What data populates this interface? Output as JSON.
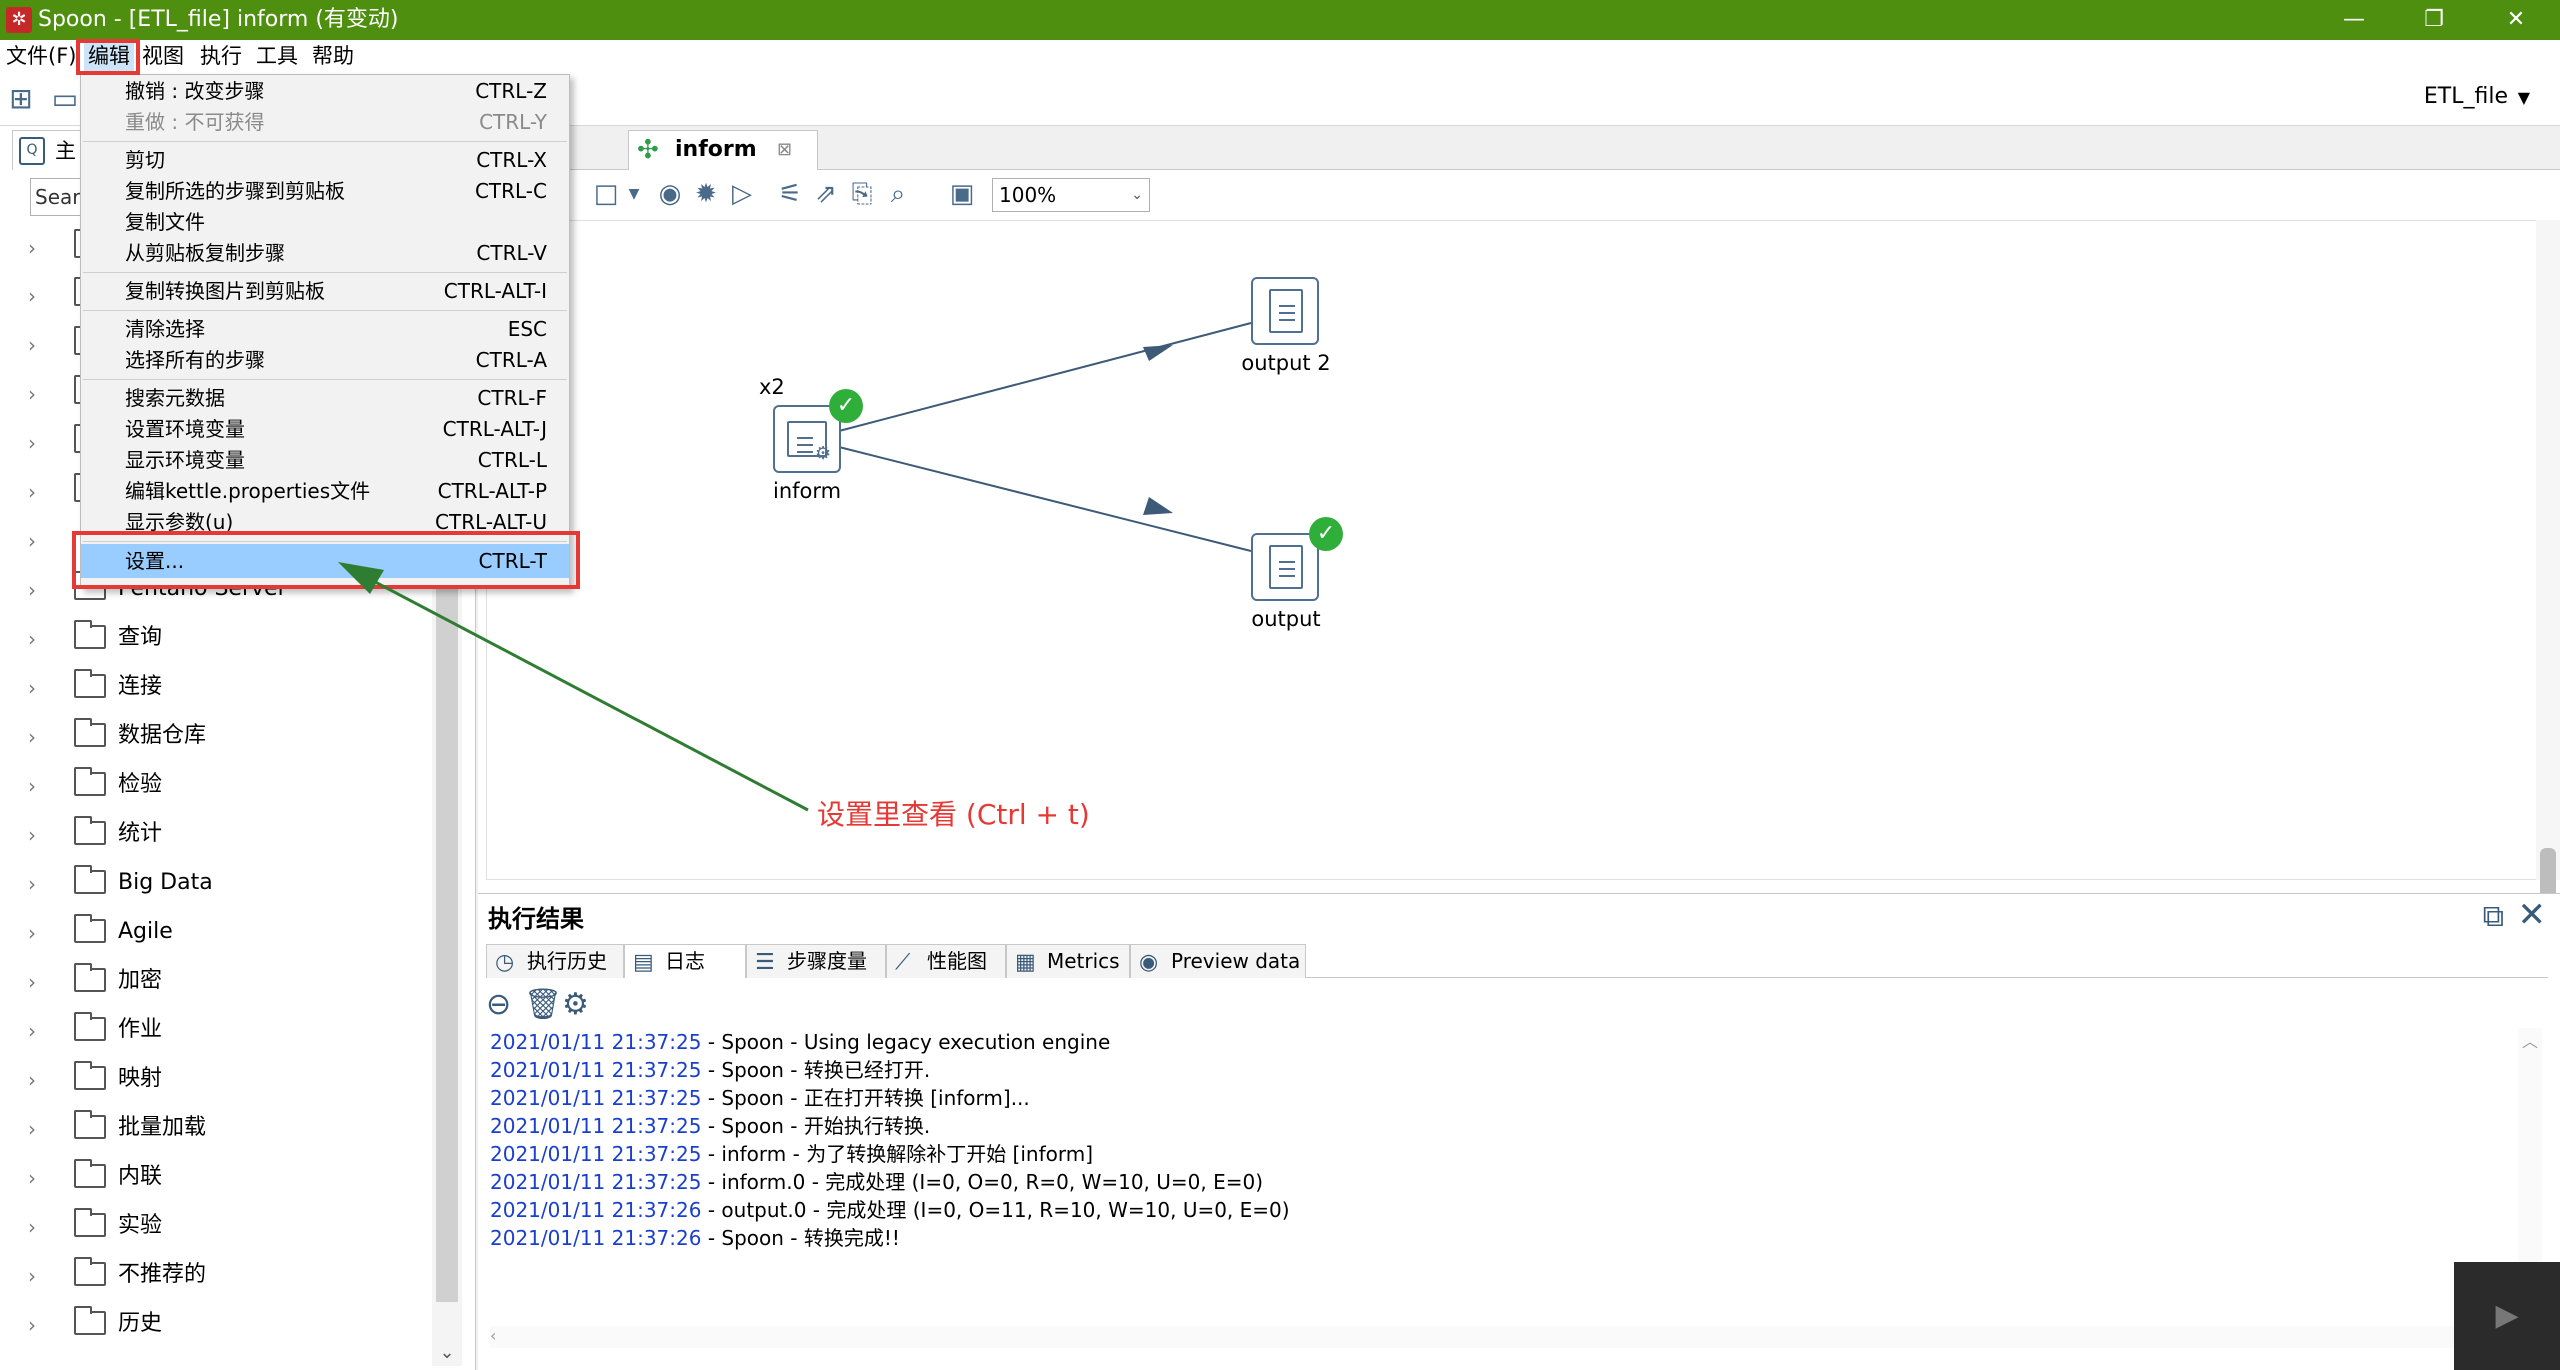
{
  "window": {
    "title": "Spoon - [ETL_file] inform (有变动)",
    "controls": {
      "minimize": "—",
      "restore": "❐",
      "close": "✕"
    }
  },
  "menubar": [
    "文件(F)",
    "编辑",
    "视图",
    "执行",
    "工具",
    "帮助"
  ],
  "toolbar": {
    "perspective": "ETL_file"
  },
  "left_panel": {
    "tab_label": "主",
    "search_placeholder": "Searc",
    "tree_items": [
      "Pentaho Server",
      "查询",
      "连接",
      "数据仓库",
      "检验",
      "统计",
      "Big Data",
      "Agile",
      "加密",
      "作业",
      "映射",
      "批量加载",
      "内联",
      "实验",
      "不推荐的",
      "历史"
    ]
  },
  "edit_menu": {
    "items": [
      {
        "label": "撤销 : 改变步骤",
        "shortcut": "CTRL-Z"
      },
      {
        "label": "重做 : 不可获得",
        "shortcut": "CTRL-Y",
        "disabled": true
      },
      {
        "label": "剪切",
        "shortcut": "CTRL-X"
      },
      {
        "label": "复制所选的步骤到剪贴板",
        "shortcut": "CTRL-C"
      },
      {
        "label": "复制文件",
        "shortcut": ""
      },
      {
        "label": "从剪贴板复制步骤",
        "shortcut": "CTRL-V"
      },
      {
        "label": "复制转换图片到剪贴板",
        "shortcut": "CTRL-ALT-I"
      },
      {
        "label": "清除选择",
        "shortcut": "ESC"
      },
      {
        "label": "选择所有的步骤",
        "shortcut": "CTRL-A"
      },
      {
        "label": "搜索元数据",
        "shortcut": "CTRL-F"
      },
      {
        "label": "设置环境变量",
        "shortcut": "CTRL-ALT-J"
      },
      {
        "label": "显示环境变量",
        "shortcut": "CTRL-L"
      },
      {
        "label": "编辑kettle.properties文件",
        "shortcut": "CTRL-ALT-P"
      },
      {
        "label": "显示参数(u)",
        "shortcut": "CTRL-ALT-U"
      },
      {
        "label": "设置...",
        "shortcut": "CTRL-T",
        "selected": true
      }
    ]
  },
  "editor": {
    "tab_prev": "!",
    "tab_label": "inform",
    "zoom": "100%",
    "steps": {
      "inform": {
        "label": "inform",
        "copies": "x2"
      },
      "output2": {
        "label": "output 2"
      },
      "output": {
        "label": "output"
      }
    },
    "annotation": "设置里查看 (Ctrl + t)"
  },
  "results": {
    "title": "执行结果",
    "tabs": [
      "执行历史",
      "日志",
      "步骤度量",
      "性能图",
      "Metrics",
      "Preview data"
    ],
    "log": [
      {
        "ts": "2021/01/11 21:37:25",
        "msg": " - Spoon - Using legacy execution engine"
      },
      {
        "ts": "2021/01/11 21:37:25",
        "msg": " - Spoon - 转换已经打开."
      },
      {
        "ts": "2021/01/11 21:37:25",
        "msg": " - Spoon - 正在打开转换 [inform]..."
      },
      {
        "ts": "2021/01/11 21:37:25",
        "msg": " - Spoon - 开始执行转换."
      },
      {
        "ts": "2021/01/11 21:37:25",
        "msg": " - inform - 为了转换解除补丁开始  [inform]"
      },
      {
        "ts": "2021/01/11 21:37:25",
        "msg": " - inform.0 - 完成处理 (I=0, O=0, R=0, W=10, U=0, E=0)"
      },
      {
        "ts": "2021/01/11 21:37:26",
        "msg": " - output.0 - 完成处理 (I=0, O=11, R=10, W=10, U=0, E=0)"
      },
      {
        "ts": "2021/01/11 21:37:26",
        "msg": " - Spoon - 转换完成!!"
      }
    ]
  },
  "colors": {
    "titlebar": "#4e8f0f",
    "highlight": "#e53935",
    "selection": "#99ccff",
    "timestamp": "#1a3fcc",
    "hop": "#3d5a78"
  }
}
